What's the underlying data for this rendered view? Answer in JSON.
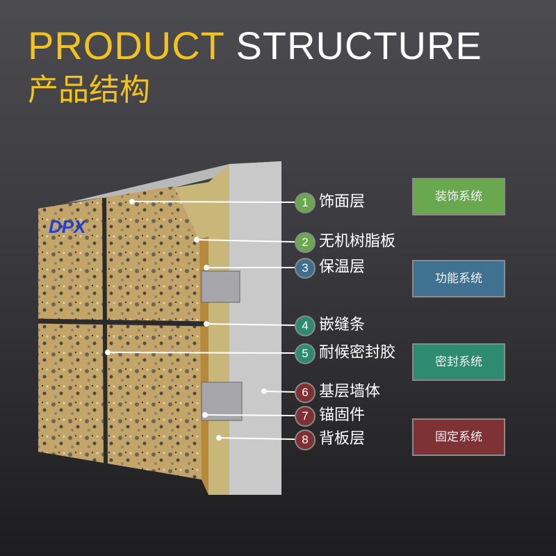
{
  "header": {
    "title_yellow": "PRODUCT",
    "title_white": "STRUCTURE",
    "subtitle": "产品结构"
  },
  "logo": {
    "text": "DPX"
  },
  "layers": [
    {
      "num": "1",
      "label": "饰面层",
      "color": "#6aa84f"
    },
    {
      "num": "2",
      "label": "无机树脂板",
      "color": "#6aa84f"
    },
    {
      "num": "3",
      "label": "保温层",
      "color": "#3e6f8e"
    },
    {
      "num": "4",
      "label": "嵌缝条",
      "color": "#2f8a72"
    },
    {
      "num": "5",
      "label": "耐候密封胶",
      "color": "#2f8a72"
    },
    {
      "num": "6",
      "label": "基层墙体",
      "color": "#7e3033"
    },
    {
      "num": "7",
      "label": "锚固件",
      "color": "#7e3033"
    },
    {
      "num": "8",
      "label": "背板层",
      "color": "#7e3033"
    }
  ],
  "systems": [
    {
      "label": "装饰系统",
      "color": "#6aa84f"
    },
    {
      "label": "功能系统",
      "color": "#3f7191"
    },
    {
      "label": "密封系统",
      "color": "#2e8a70"
    },
    {
      "label": "固定系统",
      "color": "#7e3236"
    }
  ]
}
